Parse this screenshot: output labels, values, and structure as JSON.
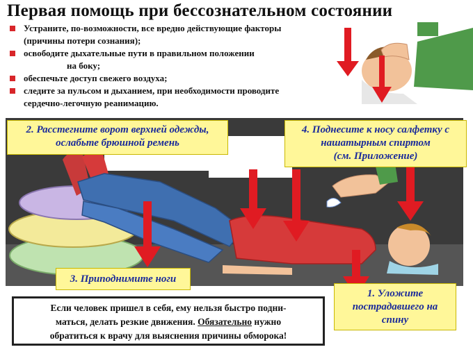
{
  "title": "Первая помощь при бессознательном состоянии",
  "bullets": {
    "b1_line1": "Устраните, по-возможности, все вредно действующие факторы",
    "b1_line2": "(причины потери сознания);",
    "b2_line1": "освободите дыхательные пути в правильном положении",
    "b2_line2": "на боку;",
    "b3": "обеспечьте доступ свежего воздуха;",
    "b4_line1": "следите за пульсом и дыханием, при необходимости проводите",
    "b4_line2": "сердечно-легочную реанимацию."
  },
  "callouts": {
    "step2_line1": "2. Расстегните ворот верхней одежды,",
    "step2_line2": "ослабьте брюшной ремень",
    "step4_line1": "4. Поднесите к носу салфетку с",
    "step4_line2": "нашатырным спиртом",
    "step4_line3": "(см. Приложение)",
    "step3": "3. Приподнимите ноги",
    "step1_line1": "1. Уложите",
    "step1_line2": "пострадавшего на",
    "step1_line3": "спину"
  },
  "note": {
    "line1": "Если человек пришел в себя, ему нельзя быстро подни-",
    "line2": "маться, делать резкие движения.",
    "emph": "Обязательно",
    "line2_end": "нужно",
    "line3": "обратиться к врачу для выяснения причины обморока!"
  },
  "colors": {
    "arrow": "#e01b22",
    "callout_bg": "#fff799",
    "callout_text": "#1a2a9a",
    "bullet": "#d8262a",
    "shirt": "#d63a3a",
    "jeans": "#3f6fb0",
    "skin": "#f2c29a",
    "pillow_green": "#bfe3b0",
    "pillow_yellow": "#f3ea9a",
    "pillow_purple": "#c9b6e4"
  },
  "icons": [
    "down-arrow-icon",
    "first-aid-illustration"
  ]
}
